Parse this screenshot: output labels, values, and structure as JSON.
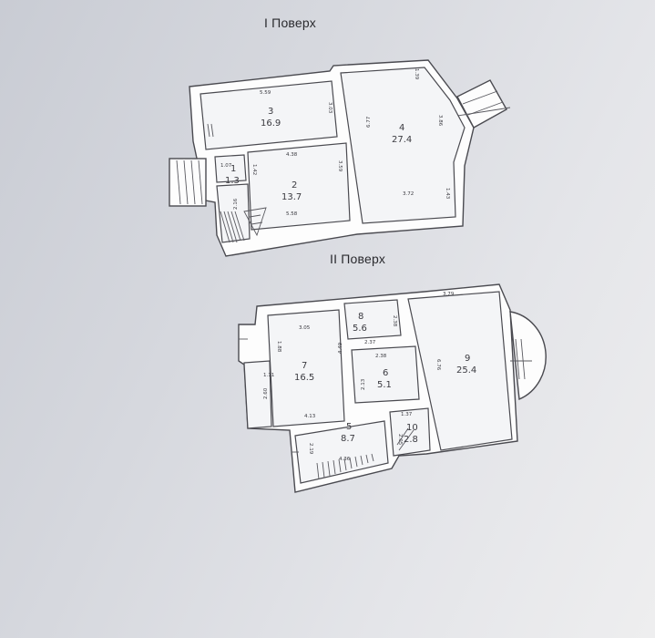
{
  "floors": [
    {
      "title": "I Поверх",
      "rooms": [
        {
          "number": "3",
          "area": "16.9"
        },
        {
          "number": "4",
          "area": "27.4"
        },
        {
          "number": "2",
          "area": "13.7"
        },
        {
          "number": "1",
          "area": "1.3"
        }
      ],
      "dimensions": [
        "5.59",
        "3.03",
        "1.39",
        "6.77",
        "3.86",
        "4.38",
        "3.59",
        "1.42",
        "1.07",
        "2.16",
        "5.58",
        "3.72",
        "1.43"
      ]
    },
    {
      "title": "II Поверх",
      "rooms": [
        {
          "number": "8",
          "area": "5.6"
        },
        {
          "number": "7",
          "area": "16.5"
        },
        {
          "number": "6",
          "area": "5.1"
        },
        {
          "number": "9",
          "area": "25.4"
        },
        {
          "number": "5",
          "area": "8.7"
        },
        {
          "number": "10",
          "area": "2.8"
        }
      ],
      "dimensions": [
        "3.05",
        "2.37",
        "2.38",
        "3.79",
        "1.88",
        "4.49",
        "2.38",
        "6.76",
        "1.11",
        "2.60",
        "2.13",
        "4.13",
        "1.37",
        "2.19",
        "4.36",
        "2.05"
      ]
    }
  ]
}
